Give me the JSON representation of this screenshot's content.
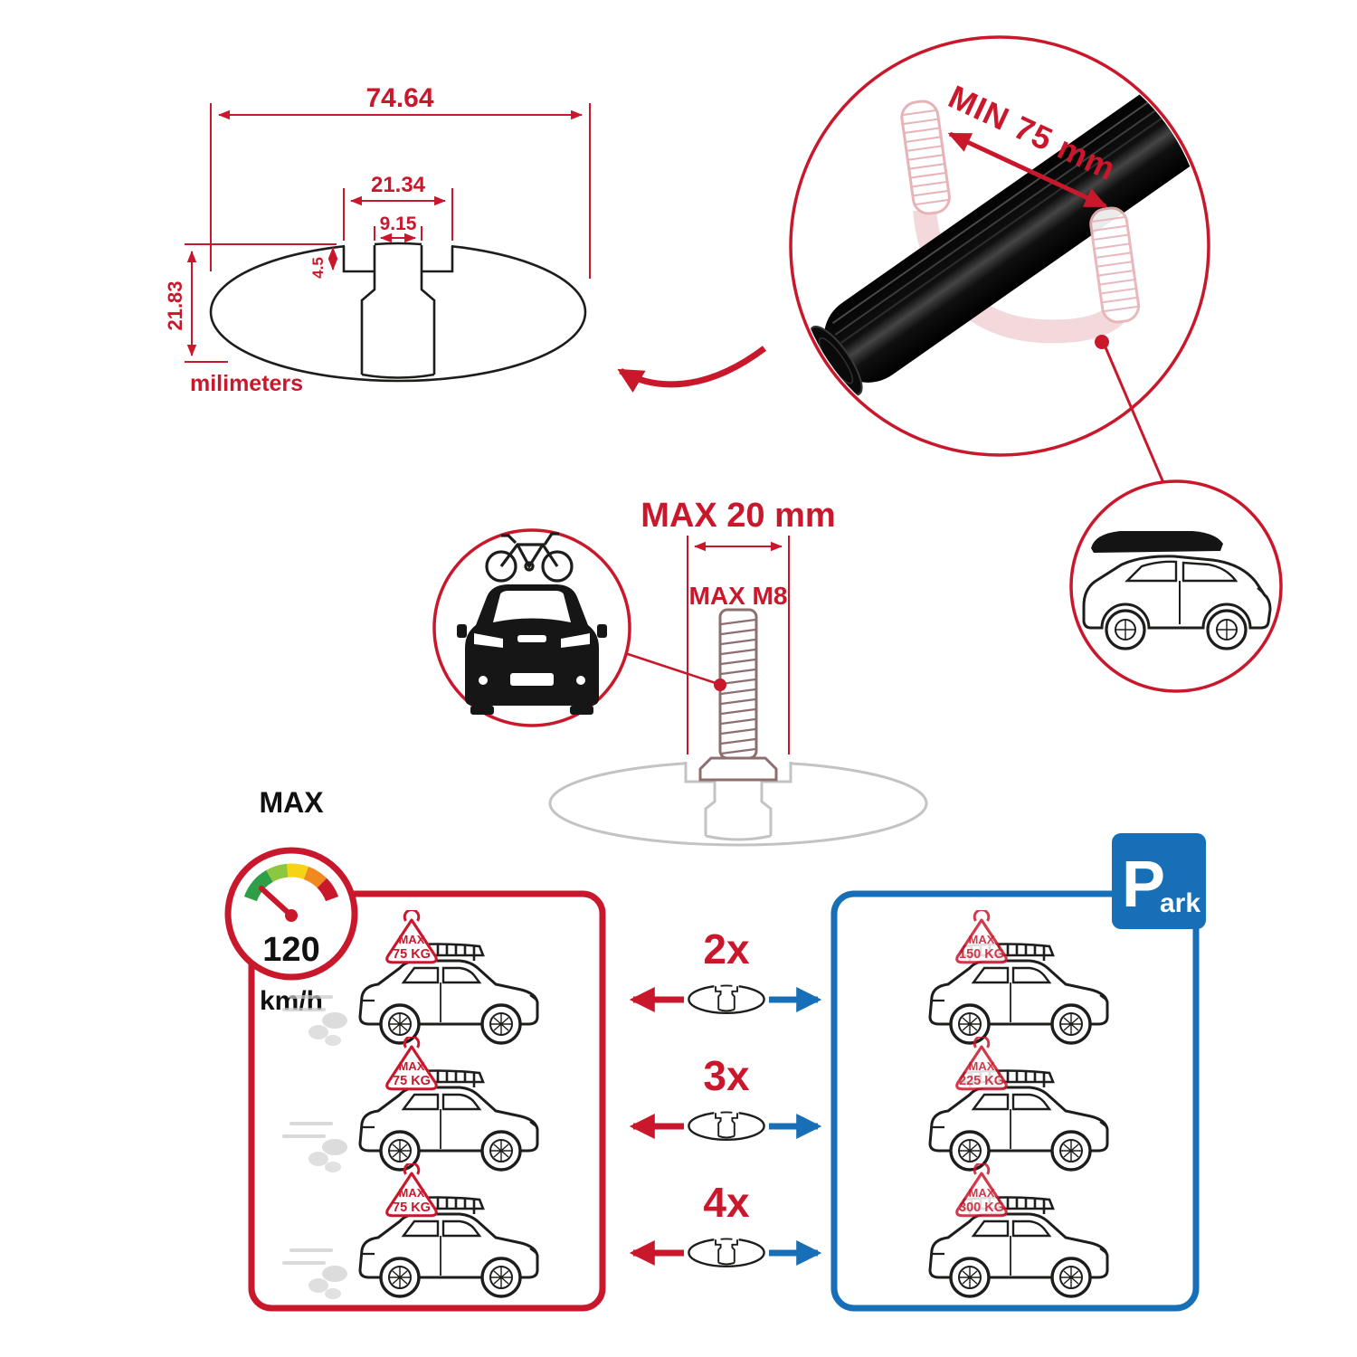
{
  "colors": {
    "red": "#c9182c",
    "blue": "#176fb7",
    "pink": "#e8b3b7",
    "rose": "#8e6f6f",
    "gray": "#c3c3c3",
    "ink": "#1d1d1b",
    "smoke": "#c9c9c9",
    "gauge_green": "#2f9e48",
    "gauge_lime": "#8dc63f",
    "gauge_yellow": "#f6d313",
    "gauge_orange": "#f0891f",
    "gauge_red": "#c9182c"
  },
  "cross_section": {
    "dim_total_width": "74.64",
    "dim_recess_width": "21.34",
    "dim_slot_width": "9.15",
    "dim_step_depth": "4.5",
    "dim_total_height": "21.83",
    "units_label": "milimeters"
  },
  "bar_detail": {
    "min_span_label": "MIN 75 mm"
  },
  "bolt_detail": {
    "max_width_label": "MAX 20 mm",
    "max_thread_label": "MAX M8"
  },
  "speed_limit": {
    "title": "MAX",
    "value": "120",
    "units": "km/h"
  },
  "park_sign": {
    "initial": "P",
    "rest": "ark"
  },
  "load_rows": [
    {
      "count": "2x",
      "drive_max": "MAX",
      "drive_load": "75 KG",
      "park_max": "MAX",
      "park_load": "150 KG"
    },
    {
      "count": "3x",
      "drive_max": "MAX",
      "drive_load": "75 KG",
      "park_max": "MAX",
      "park_load": "225 KG"
    },
    {
      "count": "4x",
      "drive_max": "MAX",
      "drive_load": "75 KG",
      "park_max": "MAX",
      "park_load": "300 KG"
    }
  ]
}
